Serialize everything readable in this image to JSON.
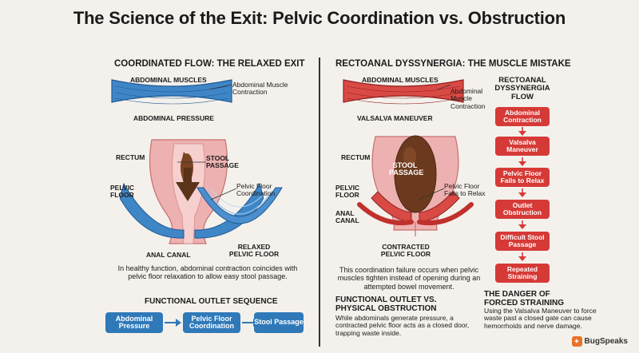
{
  "title": "The Science of the Exit: Pelvic Coordination vs. Obstruction",
  "left": {
    "heading": "COORDINATED FLOW: THE RELAXED EXIT",
    "abdominal_muscles": "ABDOMINAL MUSCLES",
    "abdominal_note": "Abdominal Muscle Contraction",
    "abdominal_pressure": "ABDOMINAL PRESSURE",
    "rectum": "RECTUM",
    "stool_passage": "STOOL PASSAGE",
    "pelvic_floor": "PELVIC FLOOR",
    "coordination_note": "Pelvic Floor Coordination",
    "anal_canal": "ANAL CANAL",
    "relaxed_floor": "RELAXED PELVIC FLOOR",
    "paragraph": "In healthy function, abdominal contraction coincides with pelvic floor relaxation to allow easy stool passage.",
    "sequence_heading": "FUNCTIONAL OUTLET SEQUENCE",
    "sequence": [
      "Abdominal Pressure",
      "Pelvic Floor Coordination",
      "Stool Passage"
    ]
  },
  "right": {
    "heading": "RECTOANAL DYSSYNERGIA: THE MUSCLE MISTAKE",
    "abdominal_muscles": "ABDOMINAL MUSCLES",
    "abdominal_note": "Abdominal Muscle Contraction",
    "valsalva": "VALSALVA MANEUVER",
    "rectum": "RECTUM",
    "stool_passage": "STOOL PASSAGE",
    "pelvic_floor": "PELVIC FLOOR",
    "fails_note": "Pelvic Floor Fails to Relax",
    "anal_canal": "ANAL CANAL",
    "contracted_floor": "CONTRACTED PELVIC FLOOR",
    "paragraph": "This coordination failure occurs when pelvic muscles tighten instead of opening during an attempted bowel movement.",
    "obstruction_heading": "FUNCTIONAL OUTLET VS. PHYSICAL OBSTRUCTION",
    "obstruction_text": "While abdominals generate pressure, a contracted pelvic floor acts as a closed door, trapping waste inside.",
    "flow_heading": "RECTOANAL DYSSYNERGIA FLOW",
    "flow": [
      "Abdominal Contraction",
      "Valsalva Maneuver",
      "Pelvic Floor Fails to Relax",
      "Outlet Obstruction",
      "Difficult Stool Passage",
      "Repeated Straining"
    ],
    "danger_heading": "THE DANGER OF FORCED STRAINING",
    "danger_text": "Using the Valsalva Maneuver to force waste past a closed gate can cause hemorrhoids and nerve damage."
  },
  "logo": "BugSpeaks",
  "colors": {
    "blue": "#2f79b9",
    "red": "#d63a37",
    "stool": "#6b3a1e",
    "tissue": "#e8a4a4"
  }
}
